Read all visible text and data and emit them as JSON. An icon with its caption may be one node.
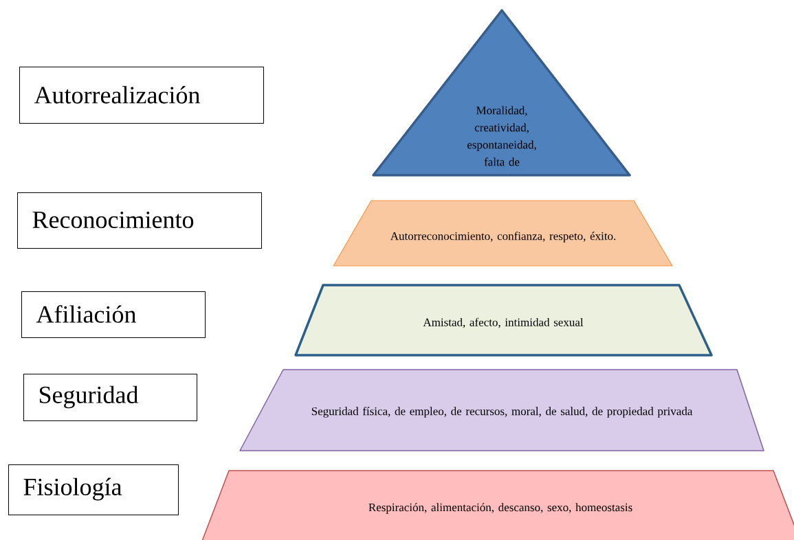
{
  "diagram": {
    "nodes": [
      {
        "text": [
          "Autorrealización"
        ]
      },
      {
        "text": [
          "Moralidad, creatividad, espontaneidad, falta de"
        ]
      },
      {
        "text": [
          "Reconocimiento"
        ]
      },
      {
        "text": [
          "Autorreconocimiento, confianza, respeto, éxito."
        ]
      },
      {
        "text": [
          "Afiliación"
        ]
      },
      {
        "text": [
          "Amistad, afecto, intimidad sexual"
        ]
      },
      {
        "text": [
          "Seguridad"
        ]
      },
      {
        "text": [
          "Seguridad física, de empleo, de recursos, moral, de salud, de propiedad privada"
        ]
      },
      {
        "text": [
          "Fisiología"
        ]
      },
      {
        "text": [
          "Respiración, alimentación, descanso, sexo, homeostasis"
        ]
      }
    ]
  }
}
